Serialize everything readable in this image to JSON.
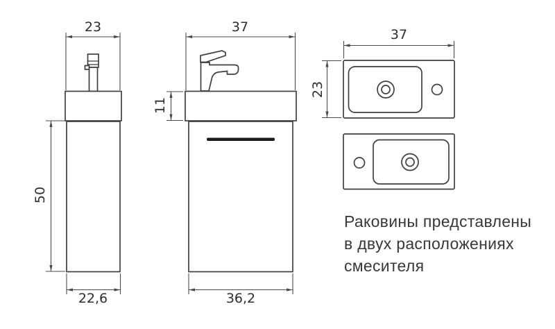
{
  "dimensions": {
    "side_width_top": "23",
    "side_height": "50",
    "side_depth_bottom": "22,6",
    "front_width_top": "37",
    "front_basin_height": "11",
    "front_width_bottom": "36,2",
    "plan_width": "37",
    "plan_depth": "23"
  },
  "caption": {
    "lines": [
      "Раковины представлены",
      "в двух расположениях",
      "смесителя"
    ]
  },
  "colors": {
    "line": "#3f3f3f",
    "dim": "#4a4a4a",
    "handle": "#1b1b1b",
    "dim_text": "#2e2e2e",
    "text": "#383838",
    "background": "#ffffff"
  }
}
